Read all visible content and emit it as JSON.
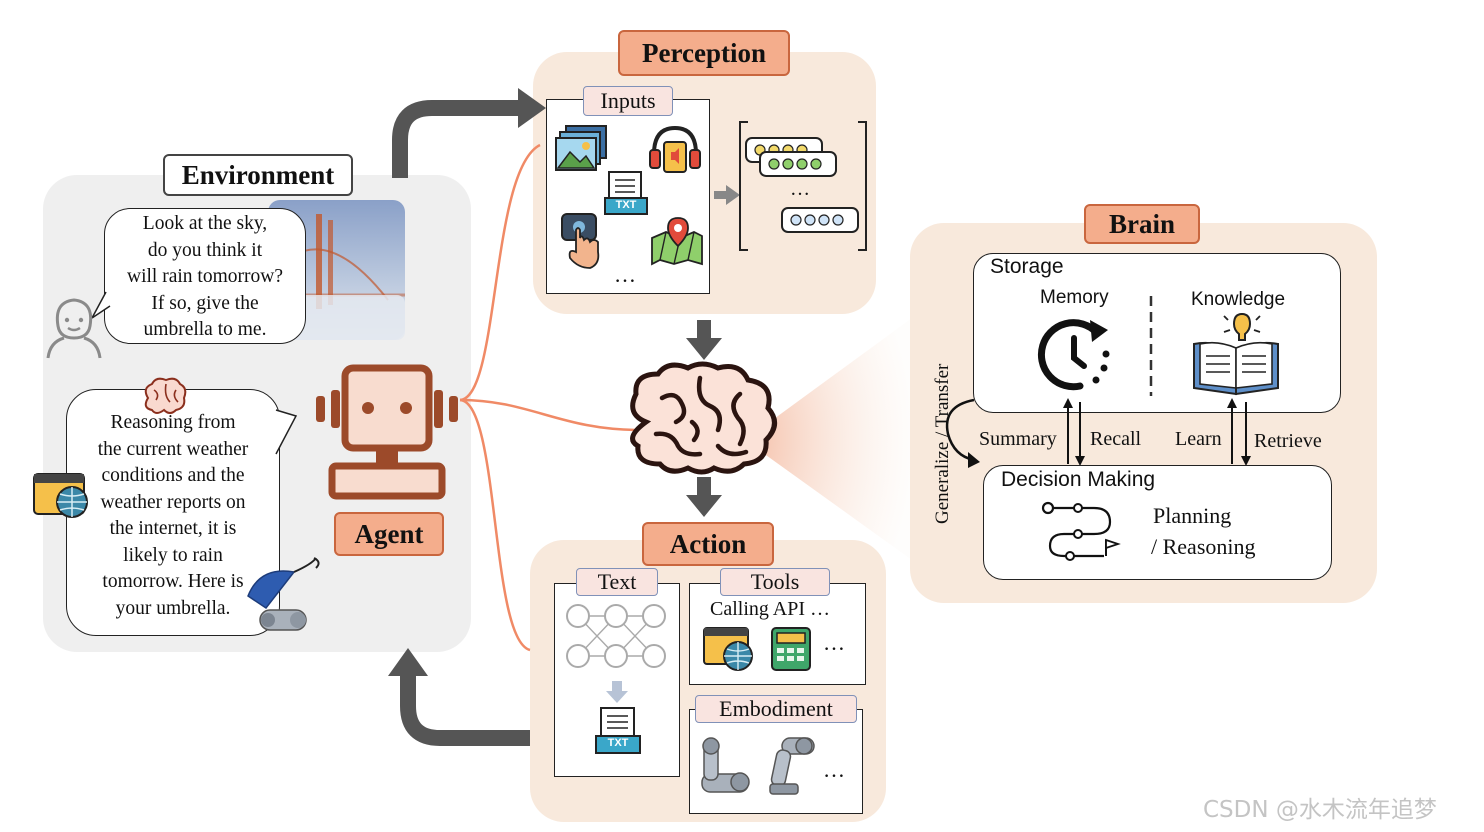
{
  "environment": {
    "title": "Environment",
    "user_speech": [
      "Look at the sky,",
      "do you think it",
      "will rain tomorrow?",
      "If so, give the",
      "umbrella to me."
    ],
    "agent_speech": [
      "Reasoning from",
      "the current weather",
      "conditions and the",
      "weather reports on",
      "the internet, it is",
      "likely to rain",
      "tomorrow. Here is",
      "your umbrella."
    ]
  },
  "agent": {
    "label": "Agent"
  },
  "perception": {
    "title": "Perception",
    "inputs_label": "Inputs",
    "txt_icon_text": "TXT",
    "more": "…",
    "vector_more": "…"
  },
  "brain": {
    "title": "Brain",
    "storage_label": "Storage",
    "memory_label": "Memory",
    "knowledge_label": "Knowledge",
    "generalize_label": "Generalize / Transfer",
    "summary_label": "Summary",
    "recall_label": "Recall",
    "learn_label": "Learn",
    "retrieve_label": "Retrieve",
    "decision_label": "Decision Making",
    "planning_label": "Planning",
    "reasoning_label": "/ Reasoning"
  },
  "action": {
    "title": "Action",
    "text_label": "Text",
    "txt_icon_text": "TXT",
    "tools_label": "Tools",
    "calling_api": "Calling API …",
    "tools_more": "…",
    "embodiment_label": "Embodiment",
    "embodiment_more": "…"
  },
  "watermark": "CSDN @水木流年追梦",
  "colors": {
    "accent": "#f4ad8c",
    "panel": "#f8e9dc",
    "env_panel": "#efefef",
    "flow_arrow": "#555555",
    "agent_brown": "#9c4a2a"
  }
}
